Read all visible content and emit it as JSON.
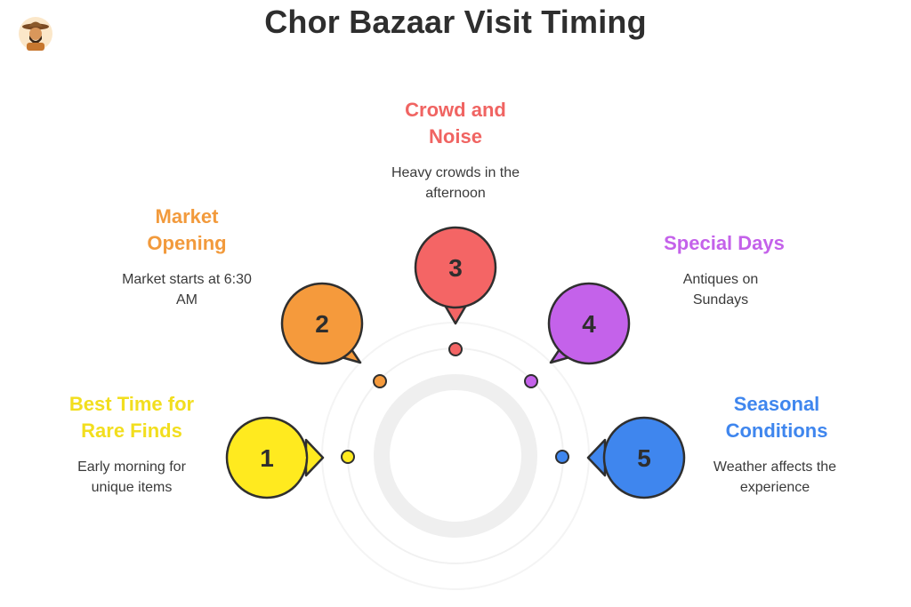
{
  "title": "Chor Bazaar Visit Timing",
  "logo": {
    "icon": "traveler-avatar-icon"
  },
  "steps": [
    {
      "number": "1",
      "heading_line1": "Best Time for",
      "heading_line2": "Rare Finds",
      "desc_line1": "Early morning for",
      "desc_line2": "unique items",
      "color": "#FFEA1F"
    },
    {
      "number": "2",
      "heading_line1": "Market",
      "heading_line2": "Opening",
      "desc_line1": "Market starts at 6:30",
      "desc_line2": "AM",
      "color": "#F59A3C"
    },
    {
      "number": "3",
      "heading_line1": "Crowd and",
      "heading_line2": "Noise",
      "desc_line1": "Heavy crowds in the",
      "desc_line2": "afternoon",
      "color": "#F46565"
    },
    {
      "number": "4",
      "heading_line1": "Special Days",
      "heading_line2": "",
      "desc_line1": "Antiques on",
      "desc_line2": "Sundays",
      "color": "#C462EA"
    },
    {
      "number": "5",
      "heading_line1": "Seasonal",
      "heading_line2": "Conditions",
      "desc_line1": "Weather affects the",
      "desc_line2": "experience",
      "color": "#3F86EE"
    }
  ]
}
